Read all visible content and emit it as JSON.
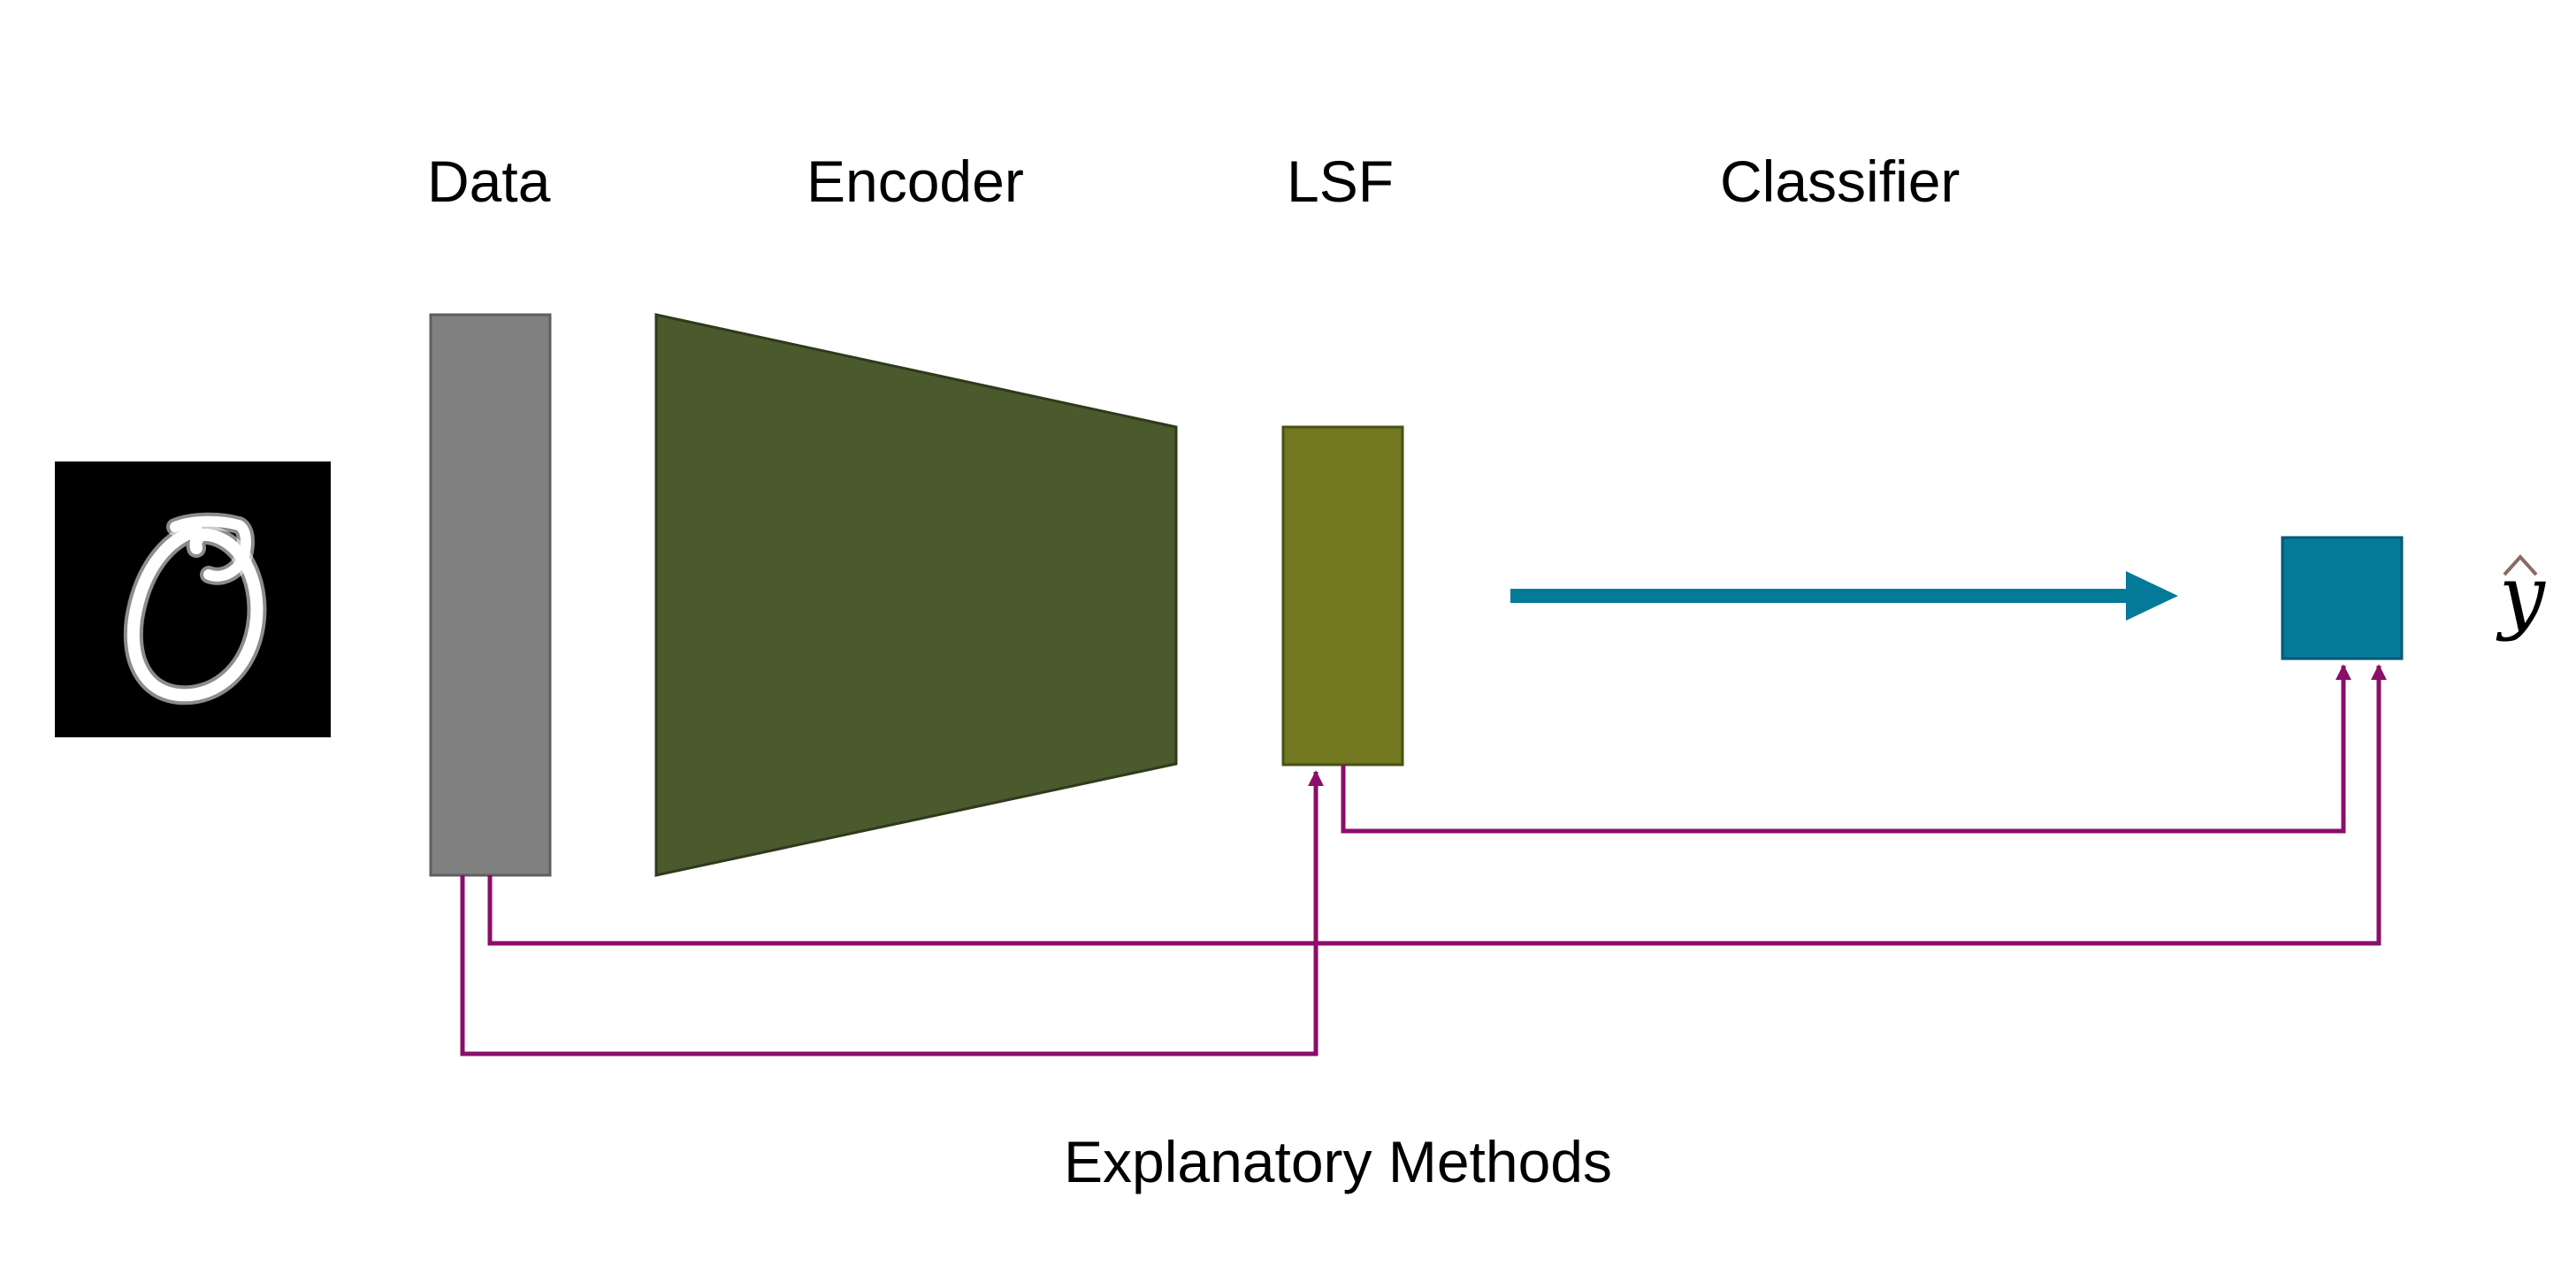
{
  "labels": {
    "data": "Data",
    "encoder": "Encoder",
    "lsf": "LSF",
    "classifier": "Classifier",
    "output": "y",
    "explanatory_methods": "Explanatory Methods"
  },
  "input_image": {
    "subject": "handwritten digit zero",
    "digit": "0"
  },
  "colors": {
    "data_block": "#808080",
    "encoder_block": "#4a5a2c",
    "lsf_block": "#71781f",
    "classifier_arrow": "#047a99",
    "output_block": "#047a99",
    "explanation_lines": "#8b0e6a",
    "hat_accent": "#8b6a62"
  }
}
